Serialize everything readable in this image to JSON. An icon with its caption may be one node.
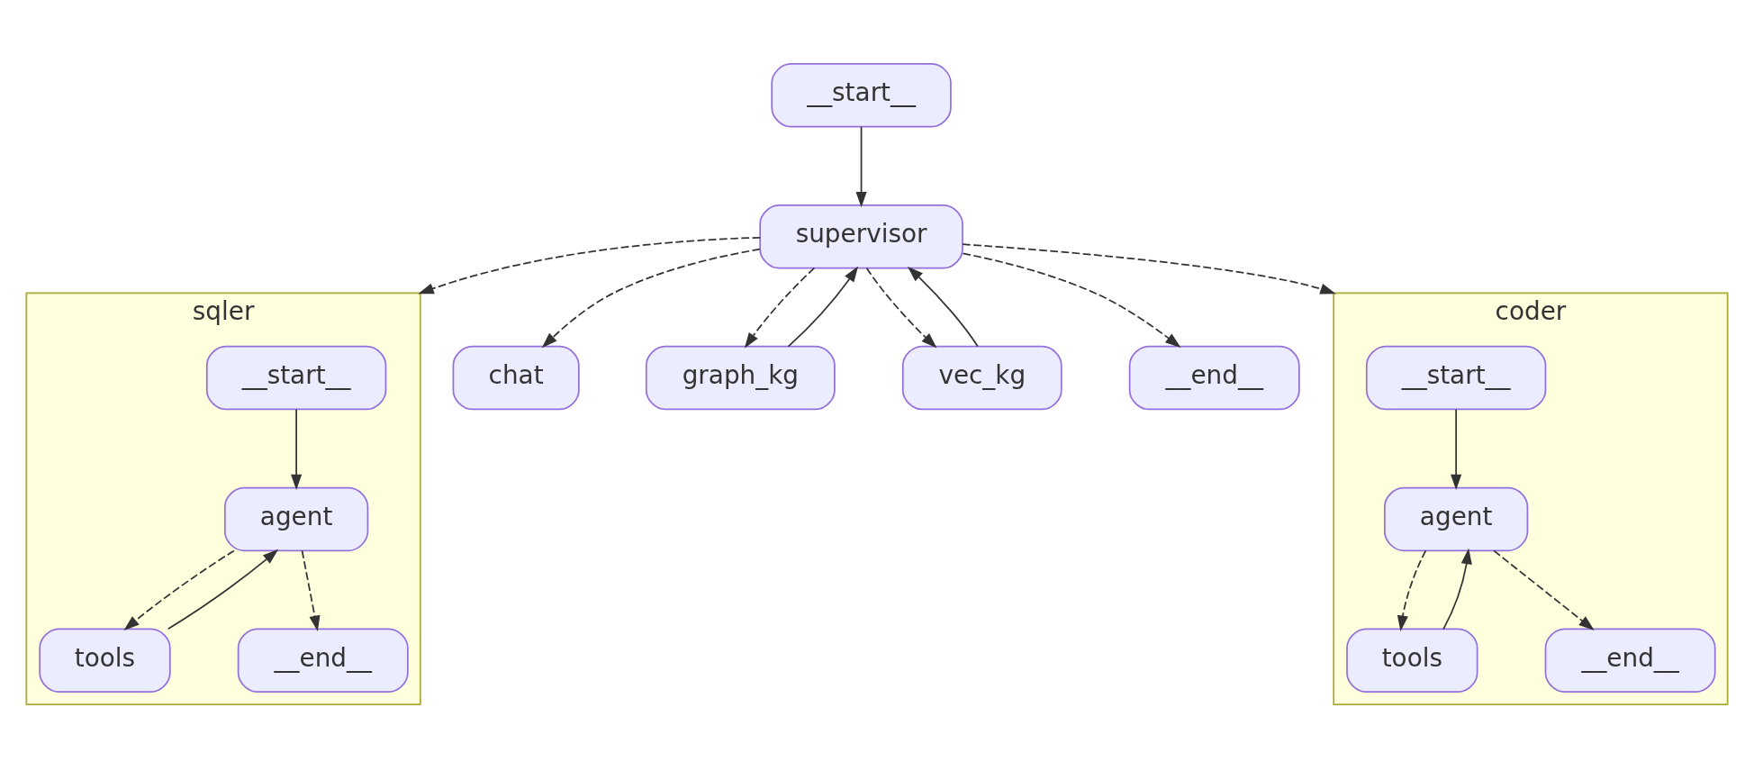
{
  "diagram": {
    "nodes": [
      {
        "text": [
          "__start__"
        ]
      },
      {
        "text": [
          "supervisor"
        ]
      },
      {
        "text": [
          "sqler"
        ]
      },
      {
        "text": [
          "__start__"
        ],
        "in": 2
      },
      {
        "text": [
          "agent"
        ],
        "in": 2
      },
      {
        "text": [
          "tools"
        ],
        "in": 2
      },
      {
        "text": [
          "__end__"
        ],
        "in": 2
      },
      {
        "text": [
          "chat"
        ]
      },
      {
        "text": [
          "graph_kg"
        ]
      },
      {
        "text": [
          "vec_kg"
        ]
      },
      {
        "text": [
          "__end__"
        ]
      },
      {
        "text": [
          "coder"
        ]
      },
      {
        "text": [
          "__start__"
        ],
        "in": 11
      },
      {
        "text": [
          "agent"
        ],
        "in": 11
      },
      {
        "text": [
          "tools"
        ],
        "in": 11
      },
      {
        "text": [
          "__end__"
        ],
        "in": 11
      }
    ],
    "edges": [
      {
        "from": 0,
        "to": 1,
        "arrow": "to"
      },
      {
        "from": 1,
        "to": 2,
        "arrow": "to",
        "style": "dashed"
      },
      {
        "from": 1,
        "to": 7,
        "arrow": "to",
        "style": "dashed"
      },
      {
        "from": 1,
        "to": 8,
        "arrow": "to",
        "style": "dashed"
      },
      {
        "from": 8,
        "to": 1,
        "arrow": "to"
      },
      {
        "from": 1,
        "to": 9,
        "arrow": "to",
        "style": "dashed"
      },
      {
        "from": 9,
        "to": 1,
        "arrow": "to"
      },
      {
        "from": 1,
        "to": 10,
        "arrow": "to",
        "style": "dashed"
      },
      {
        "from": 1,
        "to": 11,
        "arrow": "to",
        "style": "dashed"
      },
      {
        "from": 3,
        "to": 4,
        "arrow": "to"
      },
      {
        "from": 4,
        "to": 5,
        "arrow": "to",
        "style": "dashed"
      },
      {
        "from": 5,
        "to": 4,
        "arrow": "to"
      },
      {
        "from": 4,
        "to": 6,
        "arrow": "to",
        "style": "dashed"
      },
      {
        "from": 12,
        "to": 13,
        "arrow": "to"
      },
      {
        "from": 13,
        "to": 14,
        "arrow": "to",
        "style": "dashed"
      },
      {
        "from": 14,
        "to": 13,
        "arrow": "to"
      },
      {
        "from": 13,
        "to": 15,
        "arrow": "to",
        "style": "dashed"
      }
    ]
  }
}
